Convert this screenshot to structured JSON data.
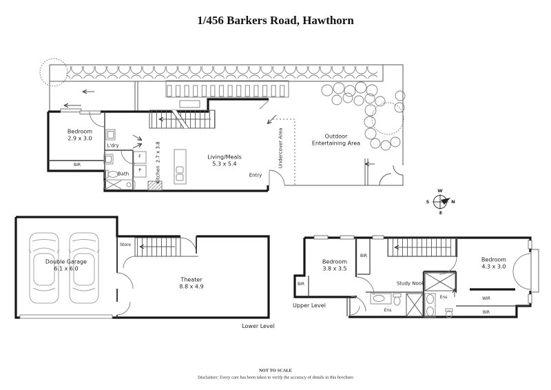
{
  "title": "1/456 Barkers Road, Hawthorn",
  "ground": {
    "bedroom_name": "Bedroom",
    "bedroom_dims": "2.9 x 3.0",
    "bir": "BIR",
    "ldry": "L'dry",
    "bath": "Bath",
    "kitchen_name": "Kitchen",
    "kitchen_dims": "2.7 x 3.8",
    "fridge": "F",
    "pantry": "P",
    "living_name": "Living/Meals",
    "living_dims": "5.3 x 5.4",
    "entry": "Entry",
    "undercover": "Undercover Area",
    "outdoor_line1": "Outdoor",
    "outdoor_line2": "Entertaining Area"
  },
  "compass": {
    "top": "W",
    "right": "N",
    "bottom": "E",
    "left": "S"
  },
  "lower": {
    "label": "Lower Level",
    "garage_name": "Double Garage",
    "garage_dims": "6.1 x 6.0",
    "store": "Store",
    "theater_name": "Theater",
    "theater_dims": "8.8 x 4.9"
  },
  "upper": {
    "label": "Upper Level",
    "bedroom1_name": "Bedroom",
    "bedroom1_dims": "3.8 x 3.5",
    "bedroom2_name": "Bedroom",
    "bedroom2_dims": "4.3 x 3.0",
    "bir_closet": "BIR",
    "bir_left": "BIR",
    "bir_bottom": "BIR",
    "wir": "WIR",
    "study_nook": "Study Nook",
    "ens_left": "Ens",
    "ens_right": "Ens"
  },
  "footer": {
    "scale_note": "NOT TO SCALE",
    "disclaimer": "Disclaimer: Every care has been taken to verify the accuracy of details in this brochure"
  },
  "colors": {
    "wall": "#161616",
    "thin": "#3a3a3a",
    "light": "#8c8c8c",
    "tree": "#7a7a7a"
  }
}
